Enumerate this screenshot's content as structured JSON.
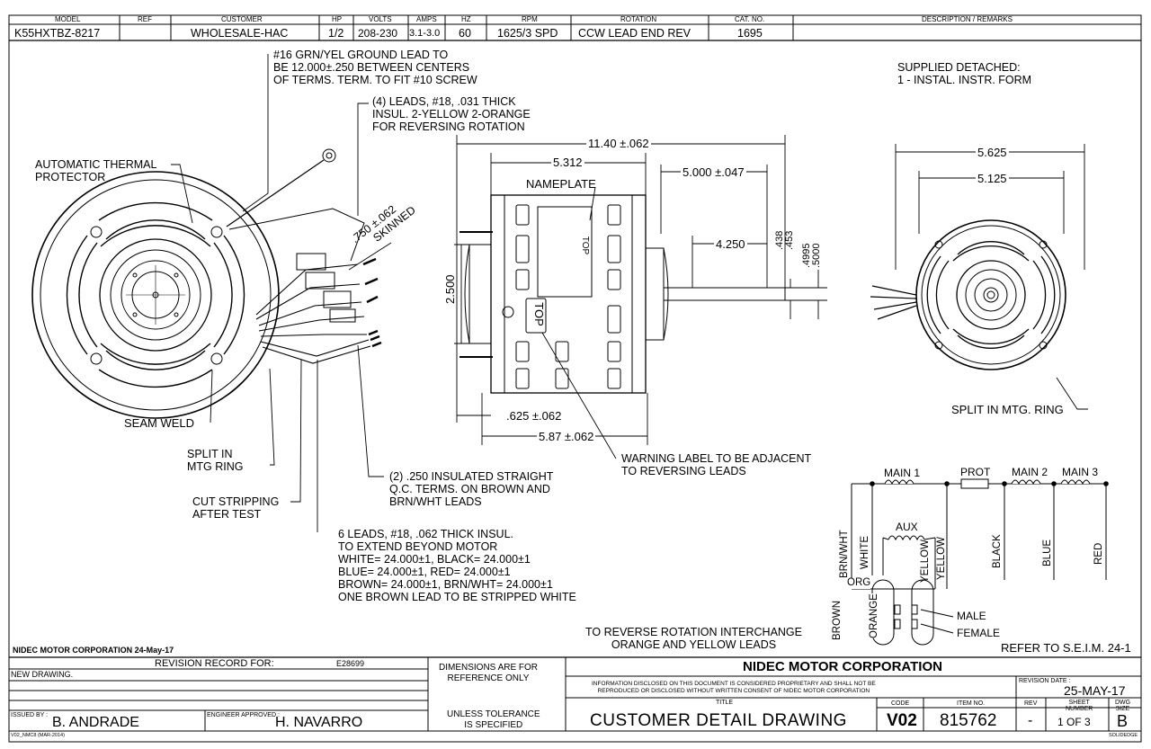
{
  "header": {
    "cols": [
      "MODEL",
      "REF",
      "CUSTOMER",
      "HP",
      "VOLTS",
      "AMPS",
      "HZ",
      "RPM",
      "ROTATION",
      "CAT. NO.",
      "DESCRIPTION / REMARKS"
    ],
    "vals": [
      "K55HXTBZ-8217",
      "",
      "WHOLESALE-HAC",
      "1/2",
      "208-230",
      "3.1-3.0",
      "60",
      "1625/3 SPD",
      "CCW LEAD END REV",
      "1695",
      ""
    ]
  },
  "notes": {
    "ground_lead": [
      "#16 GRN/YEL GROUND LEAD TO",
      "BE 12.000±.250 BETWEEN CENTERS",
      "OF TERMS. TERM. TO FIT #10 SCREW"
    ],
    "four_leads": [
      "(4) LEADS, #18, .031 THICK",
      "INSUL. 2-YELLOW 2-ORANGE",
      "FOR REVERSING ROTATION"
    ],
    "supplied": [
      "SUPPLIED DETACHED:",
      "1 - INSTAL. INSTR. FORM"
    ],
    "thermal": [
      "AUTOMATIC THERMAL",
      "PROTECTOR"
    ],
    "skinned": [
      ".750 ±.062",
      "SKINNED"
    ],
    "nameplate": "NAMEPLATE",
    "top_small": "TOP",
    "top_big": "TOP",
    "seam_weld": "SEAM WELD",
    "split_in": [
      "SPLIT IN",
      "MTG RING"
    ],
    "cut_strip": [
      "CUT STRIPPING",
      "AFTER TEST"
    ],
    "qc_terms": [
      "(2) .250 INSULATED STRAIGHT",
      "Q.C. TERMS. ON BROWN AND",
      "BRN/WHT LEADS"
    ],
    "six_leads": [
      "6 LEADS, #18, .062 THICK INSUL.",
      "TO EXTEND BEYOND MOTOR",
      "WHITE= 24.000±1, BLACK= 24.000±1",
      "BLUE= 24.000±1, RED= 24.000±1",
      "BROWN= 24.000±1, BRN/WHT= 24.000±1",
      "ONE BROWN LEAD TO BE STRIPPED WHITE"
    ],
    "warning": [
      "WARNING LABEL TO BE ADJACENT",
      "TO REVERSING LEADS"
    ],
    "split_mtg": "SPLIT IN MTG. RING",
    "reverse": [
      "TO REVERSE ROTATION INTERCHANGE",
      "ORANGE AND YELLOW LEADS"
    ],
    "seim": "REFER TO S.E.I.M. 24-1"
  },
  "dims": {
    "d1140": "11.40 ±.062",
    "d5312": "5.312",
    "d5000": "5.000 ±.047",
    "d4250": "4.250",
    "d438": ".438",
    "d453": ".453",
    "d4995": ".4995",
    "d5000b": ".5000",
    "d2500": "2.500",
    "d625": ".625 ±.062",
    "d587": "5.87 ±.062",
    "d5625": "5.625",
    "d5125": "5.125"
  },
  "wiring": {
    "main1": "MAIN 1",
    "prot": "PROT",
    "main2": "MAIN 2",
    "main3": "MAIN 3",
    "aux": "AUX",
    "leads": [
      "BRN/WHT",
      "WHITE",
      "YELLOW",
      "YELLOW",
      "BLACK",
      "BLUE",
      "RED"
    ],
    "org": "ORG",
    "brown": "BROWN",
    "orange": "ORANGE",
    "male": "MALE",
    "female": "FEMALE"
  },
  "title_block": {
    "company_date": "NIDEC MOTOR CORPORATION 24-May-17",
    "revision_record": "REVISION RECORD FOR:",
    "rev_no": "E28699",
    "new_drawing": "NEW DRAWING.",
    "dims_ref": [
      "DIMENSIONS ARE FOR",
      "REFERENCE ONLY"
    ],
    "tolerance": [
      "UNLESS TOLERANCE",
      "IS SPECIFIED"
    ],
    "issued_by_label": "ISSUED BY :",
    "issued_by": "B. ANDRADE",
    "engineer_label": "ENGINEER APPROVED :",
    "engineer": "H. NAVARRO",
    "company": "NIDEC MOTOR CORPORATION",
    "proprietary": [
      "INFORMATION DISCLOSED ON THIS DOCUMENT IS CONSIDERED PROPRIETARY AND SHALL NOT BE",
      "REPRODUCED OR DISCLOSED WITHOUT WRITTEN CONSENT OF NIDEC MOTOR CORPORATION"
    ],
    "revision_date_label": "REVISION DATE :",
    "revision_date": "25-MAY-17",
    "title_label": "TITLE",
    "title": "CUSTOMER  DETAIL  DRAWING",
    "code_label": "CODE",
    "code": "V02",
    "item_label": "ITEM NO.",
    "item": "815762",
    "rev_label": "REV",
    "rev": "-",
    "sheet_label": [
      "SHEET",
      "NUMBER"
    ],
    "sheet": "1  OF  3",
    "size_label": [
      "DWG",
      "SIZE"
    ],
    "size": "B",
    "form": "V02_NMC8 (MAR-2014)",
    "solidedge": "SOLIDEDGE"
  }
}
